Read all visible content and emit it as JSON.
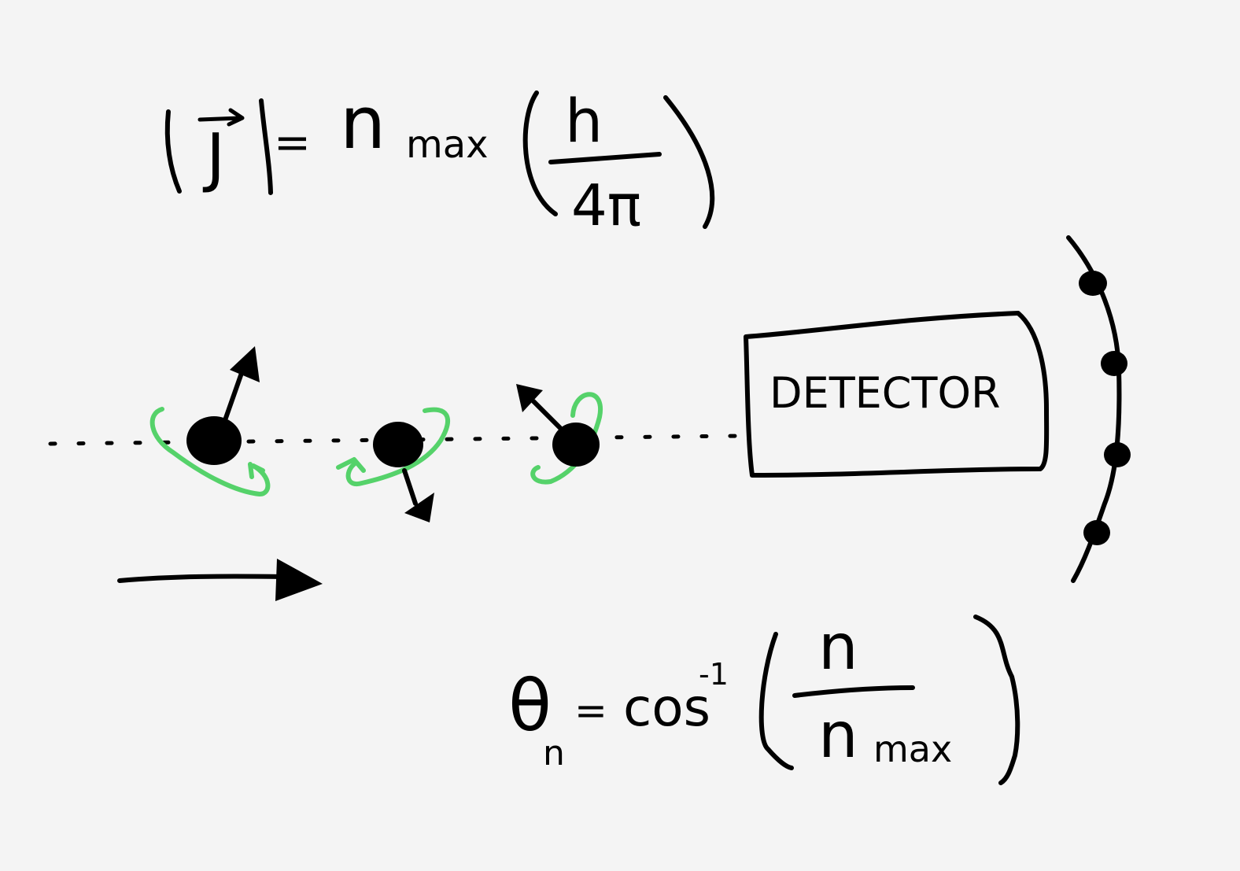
{
  "equation_top": {
    "lhs": "|J|",
    "vector_symbol": "J",
    "equals": "=",
    "n": "n",
    "n_sub": "max",
    "numerator": "h",
    "denominator": "4π"
  },
  "detector": {
    "label": "DETECTOR"
  },
  "equation_bottom": {
    "theta": "θ",
    "theta_sub": "n",
    "equals": "=",
    "func": "cos",
    "func_sup": "-1",
    "numerator": "n",
    "denominator_n": "n",
    "denominator_sub": "max"
  },
  "colors": {
    "ink": "#000000",
    "spin": "#55d26a",
    "background": "#f4f4f4"
  },
  "icons": {
    "particles": [
      "particle-dot",
      "particle-dot",
      "particle-dot"
    ],
    "spin_vectors": [
      "spin-up-arrow-icon",
      "spin-down-arrow-icon",
      "spin-up-left-arrow-icon"
    ],
    "rotation_loops": [
      "rotation-loop-icon",
      "rotation-loop-icon",
      "rotation-loop-icon"
    ],
    "motion": "motion-arrow-icon",
    "screen_spots": 4
  }
}
